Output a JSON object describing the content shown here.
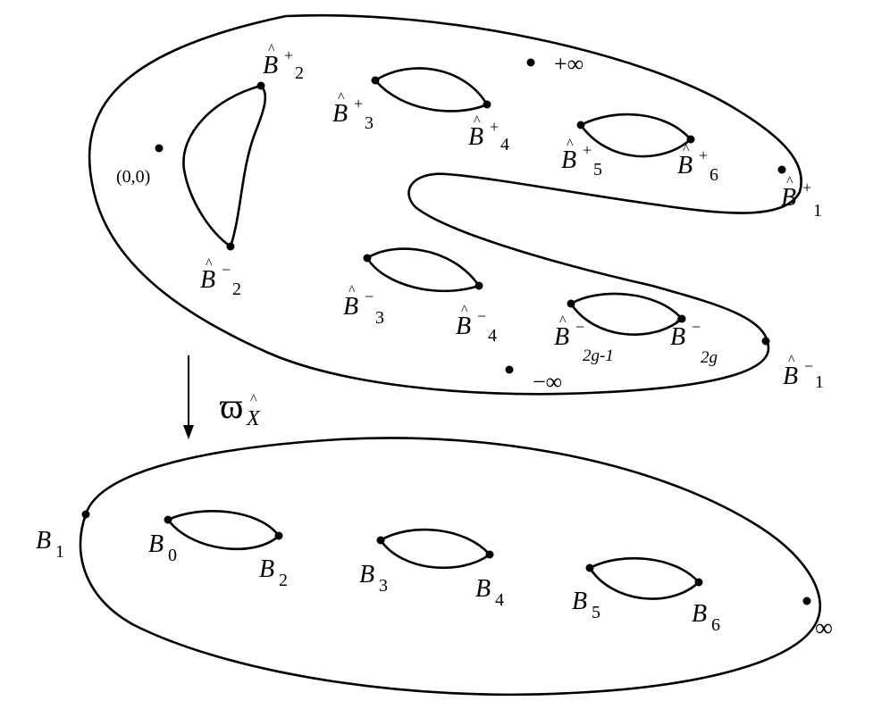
{
  "upper": {
    "labels": {
      "origin": "(0,0)",
      "plus_inf": "+∞",
      "minus_inf": "−∞",
      "B": "B",
      "hat": "^",
      "sup_plus": "+",
      "sup_minus": "−",
      "sub_1": "1",
      "sub_2": "2",
      "sub_3": "3",
      "sub_4": "4",
      "sub_5": "5",
      "sub_6": "6",
      "sub_2g_1": "2g-1",
      "sub_2g": "2g"
    }
  },
  "map": {
    "symbol": "ϖ",
    "sub": "X",
    "hat": "^"
  },
  "lower": {
    "labels": {
      "B": "B",
      "sub_0": "0",
      "sub_1": "1",
      "sub_2": "2",
      "sub_3": "3",
      "sub_4": "4",
      "sub_5": "5",
      "sub_6": "6",
      "inf": "∞"
    }
  }
}
